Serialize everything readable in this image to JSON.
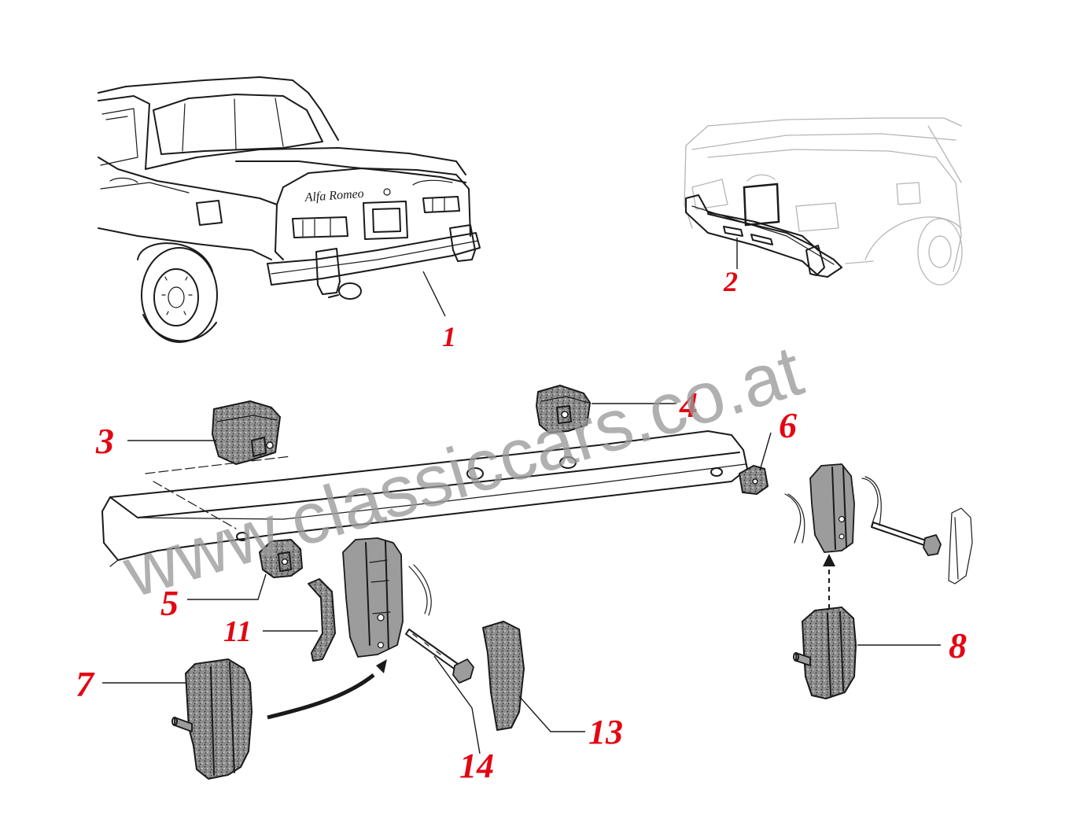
{
  "watermark": {
    "text": "www.classiccars.co.at",
    "color": "#9a9a9a"
  },
  "callout_color": "#e30613",
  "callouts": [
    {
      "id": "callout-1",
      "label": "1"
    },
    {
      "id": "callout-2",
      "label": "2"
    },
    {
      "id": "callout-3",
      "label": "3"
    },
    {
      "id": "callout-4",
      "label": "4"
    },
    {
      "id": "callout-5",
      "label": "5"
    },
    {
      "id": "callout-6",
      "label": "6"
    },
    {
      "id": "callout-7",
      "label": "7"
    },
    {
      "id": "callout-8",
      "label": "8"
    },
    {
      "id": "callout-11",
      "label": "11"
    },
    {
      "id": "callout-13",
      "label": "13"
    },
    {
      "id": "callout-14",
      "label": "14"
    }
  ],
  "car_badge": "Alfa Romeo"
}
